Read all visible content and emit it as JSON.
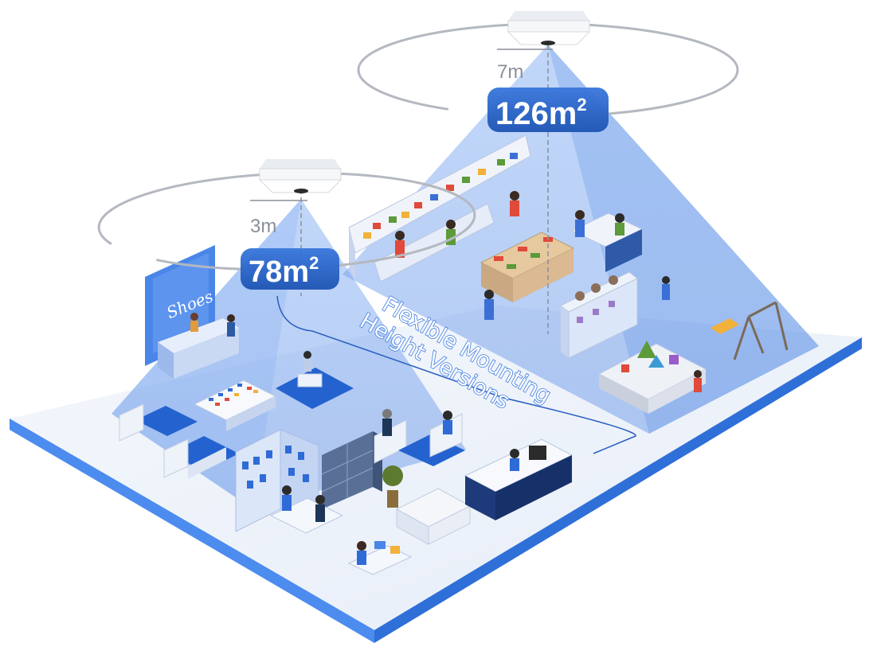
{
  "sensors": [
    {
      "height_label": "3m",
      "area_value": "78m",
      "area_sup": "2"
    },
    {
      "height_label": "7m",
      "area_value": "126m",
      "area_sup": "2"
    }
  ],
  "caption": {
    "line1": "Flexible Mounting",
    "line2": "Height Versions"
  },
  "store_sign": "Shoes",
  "colors": {
    "floor_top": "#eef3fb",
    "floor_edge": "#3f7fe8",
    "cone": "#6f9ff0",
    "badge": "#2b64c8",
    "ring": "#b4b8c0"
  }
}
